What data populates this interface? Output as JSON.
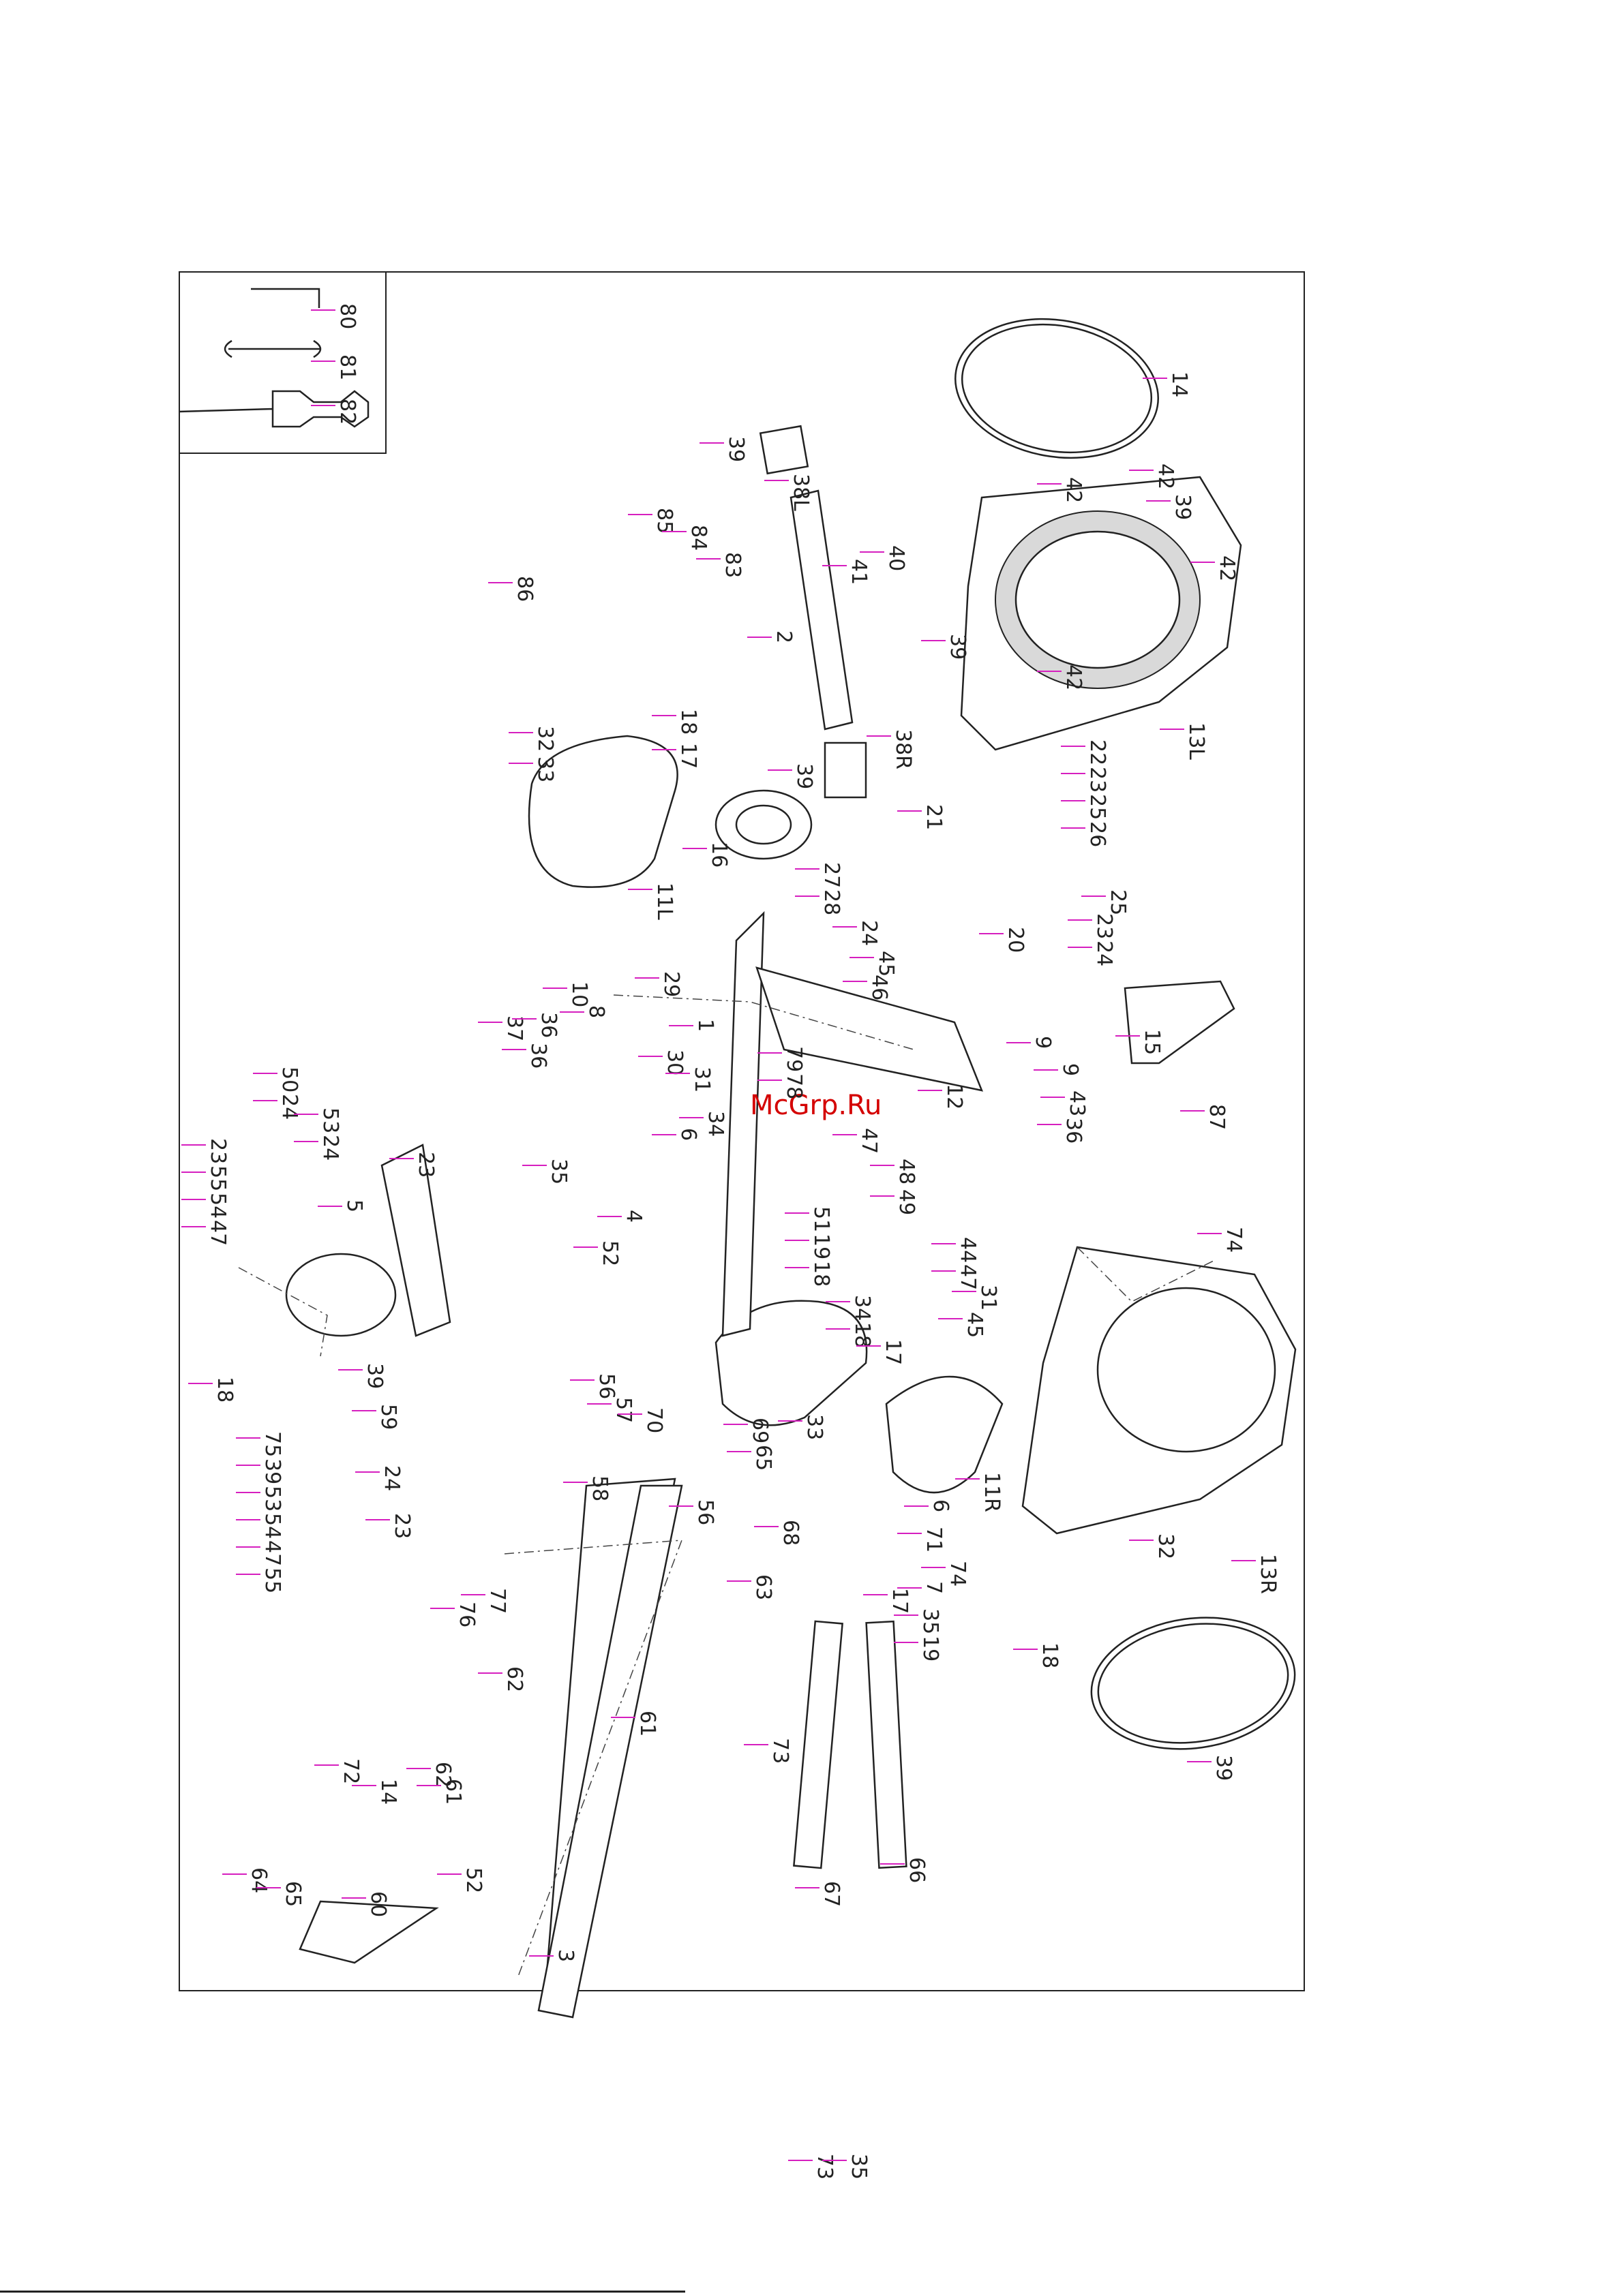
{
  "watermark": "McGrp.Ru",
  "part_labels": [
    "80",
    "81",
    "82",
    "14",
    "39",
    "38L",
    "42",
    "42",
    "39",
    "42",
    "39",
    "42",
    "13L",
    "85",
    "84",
    "83",
    "86",
    "40",
    "41",
    "2",
    "39",
    "38R",
    "32",
    "33",
    "18",
    "17",
    "16",
    "22",
    "23",
    "25",
    "26",
    "21",
    "25",
    "23",
    "24",
    "20",
    "11L",
    "27",
    "28",
    "24",
    "45",
    "46",
    "29",
    "15",
    "10",
    "36",
    "8",
    "37",
    "36",
    "9",
    "9",
    "43",
    "36",
    "87",
    "30",
    "31",
    "1",
    "79",
    "78",
    "12",
    "35",
    "34",
    "6",
    "47",
    "48",
    "49",
    "44",
    "47",
    "31",
    "45",
    "50",
    "24",
    "23",
    "55",
    "54",
    "47",
    "53",
    "24",
    "23",
    "5",
    "4",
    "52",
    "51",
    "19",
    "18",
    "34",
    "18",
    "17",
    "74",
    "18",
    "39",
    "59",
    "56",
    "57",
    "70",
    "69",
    "65",
    "33",
    "32",
    "11R",
    "13R",
    "75",
    "39",
    "53",
    "54",
    "47",
    "55",
    "24",
    "23",
    "56",
    "58",
    "68",
    "6",
    "71",
    "74",
    "76",
    "77",
    "62",
    "61",
    "63",
    "7",
    "35",
    "19",
    "17",
    "18",
    "73",
    "39",
    "72",
    "14",
    "62",
    "61",
    "64",
    "65",
    "60",
    "52",
    "3",
    "66",
    "67",
    "73",
    "35"
  ],
  "colors": {
    "leader": "#d61fbf",
    "line": "#222222",
    "watermark": "#d40000"
  }
}
